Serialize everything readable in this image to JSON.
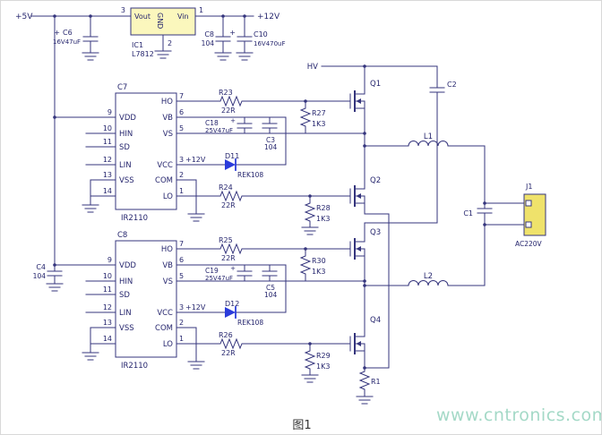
{
  "caption": "图1",
  "watermark": "www.cntronics.com",
  "colors": {
    "wire": "#35357d",
    "text": "#26266e",
    "diode": "#2b3cdb",
    "ic_fill": "#fbf7bd",
    "connector_fill": "#efe26b",
    "watermark": "#a4d9c7"
  },
  "power": {
    "v5": "+5V",
    "v12": "+12V",
    "ic1": {
      "ref": "IC1",
      "part": "L7812",
      "vout": "Vout",
      "gnd": "GND",
      "vin": "Vin",
      "pin_out": "3",
      "pin_in": "1",
      "pin_gnd": "2"
    },
    "c6": {
      "ref": "C6",
      "val": "16V47uF",
      "pol": "+"
    },
    "c8": {
      "ref": "C8",
      "val": "104"
    },
    "c10": {
      "ref": "C10",
      "val": "16V470uF",
      "pol": "+"
    },
    "c4": {
      "ref": "C4",
      "val": "104"
    }
  },
  "drv1": {
    "ref": "C7",
    "part": "IR2110",
    "pins_left": [
      {
        "n": "9",
        "l": "VDD"
      },
      {
        "n": "10",
        "l": "HIN"
      },
      {
        "n": "11",
        "l": "SD"
      },
      {
        "n": "12",
        "l": "LIN"
      },
      {
        "n": "13",
        "l": "VSS"
      },
      {
        "n": "14",
        "l": ""
      }
    ],
    "pins_right": [
      {
        "n": "7",
        "l": "HO"
      },
      {
        "n": "6",
        "l": "VB"
      },
      {
        "n": "5",
        "l": "VS"
      },
      {
        "n": "3",
        "l": "VCC"
      },
      {
        "n": "2",
        "l": "COM"
      },
      {
        "n": "1",
        "l": "LO"
      }
    ],
    "r23": {
      "ref": "R23",
      "val": "22R"
    },
    "r24": {
      "ref": "R24",
      "val": "22R"
    },
    "r27": {
      "ref": "R27",
      "val": "1K3"
    },
    "r28": {
      "ref": "R28",
      "val": "1K3"
    },
    "c18": {
      "ref": "C18",
      "val": "25V47uF",
      "pol": "+"
    },
    "c3": {
      "ref": "C3",
      "val": "104"
    },
    "d11": {
      "ref": "D11",
      "val": "REK108"
    },
    "v12": "+12V"
  },
  "drv2": {
    "ref": "C8",
    "part": "IR2110",
    "pins_left": [
      {
        "n": "9",
        "l": "VDD"
      },
      {
        "n": "10",
        "l": "HIN"
      },
      {
        "n": "11",
        "l": "SD"
      },
      {
        "n": "12",
        "l": "LIN"
      },
      {
        "n": "13",
        "l": "VSS"
      },
      {
        "n": "14",
        "l": ""
      }
    ],
    "pins_right": [
      {
        "n": "7",
        "l": "HO"
      },
      {
        "n": "6",
        "l": "VB"
      },
      {
        "n": "5",
        "l": "VS"
      },
      {
        "n": "3",
        "l": "VCC"
      },
      {
        "n": "2",
        "l": "COM"
      },
      {
        "n": "1",
        "l": "LO"
      }
    ],
    "r25": {
      "ref": "R25",
      "val": "22R"
    },
    "r26": {
      "ref": "R26",
      "val": "22R"
    },
    "r30": {
      "ref": "R30",
      "val": "1K3"
    },
    "r29": {
      "ref": "R29",
      "val": "1K3"
    },
    "c19": {
      "ref": "C19",
      "val": "25V47uF",
      "pol": "+"
    },
    "c5": {
      "ref": "C5",
      "val": "104"
    },
    "d12": {
      "ref": "D12",
      "val": "REK108"
    },
    "v12": "+12V"
  },
  "bridge": {
    "hv": "HV",
    "q1": "Q1",
    "q2": "Q2",
    "q3": "Q3",
    "q4": "Q4",
    "c2": "C2",
    "r1": "R1"
  },
  "output": {
    "l1": "L1",
    "l2": "L2",
    "c1": "C1",
    "j1": {
      "ref": "J1",
      "val": "AC220V"
    }
  }
}
